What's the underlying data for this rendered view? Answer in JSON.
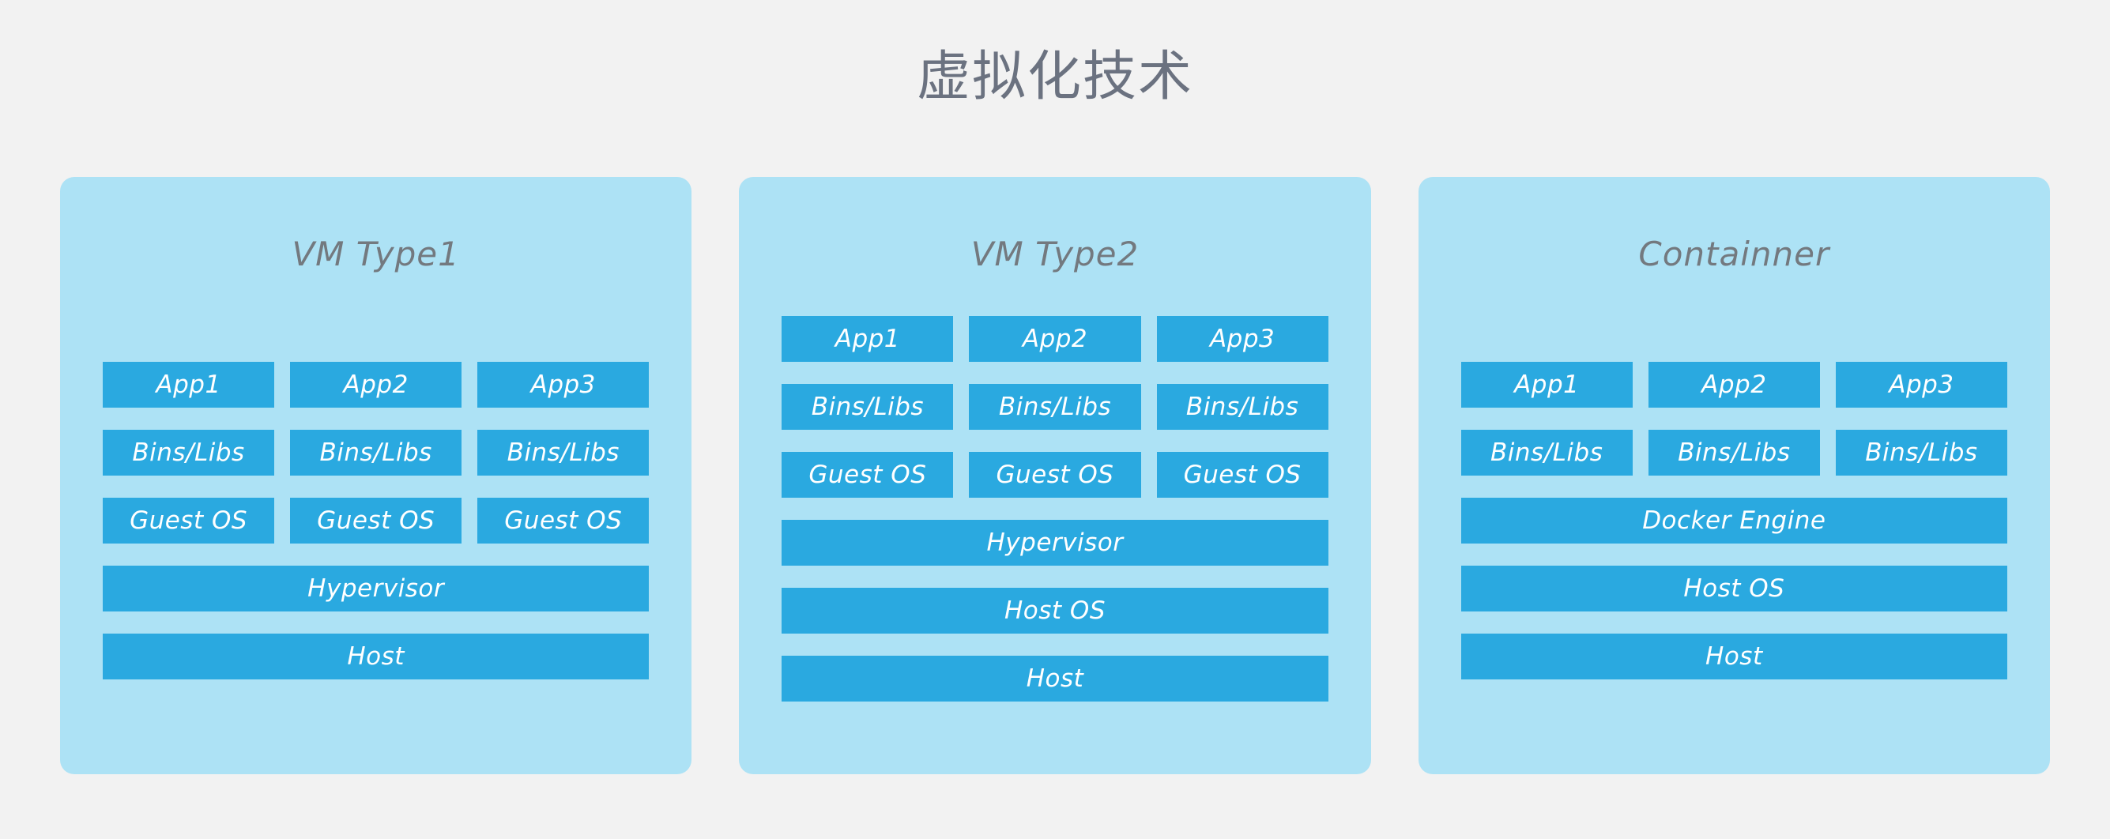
{
  "page": {
    "background_color": "#f2f2f2",
    "title": "虚拟化技术",
    "title_color": "#6b7280"
  },
  "theme": {
    "panel_bg": "#ade2f5",
    "block_bg": "#2aa9e0",
    "block_text": "#ffffff",
    "panel_title_color": "#73797f"
  },
  "panels": [
    {
      "title": "VM Type1",
      "columns_row": [
        [
          "App1",
          "App2",
          "App3"
        ],
        [
          "Bins/Libs",
          "Bins/Libs",
          "Bins/Libs"
        ],
        [
          "Guest OS",
          "Guest OS",
          "Guest OS"
        ]
      ],
      "full_rows": [
        "Hypervisor",
        "Host"
      ]
    },
    {
      "title": "VM Type2",
      "columns_row": [
        [
          "App1",
          "App2",
          "App3"
        ],
        [
          "Bins/Libs",
          "Bins/Libs",
          "Bins/Libs"
        ],
        [
          "Guest OS",
          "Guest OS",
          "Guest OS"
        ]
      ],
      "full_rows": [
        "Hypervisor",
        "Host OS",
        "Host"
      ]
    },
    {
      "title": "Containner",
      "columns_row": [
        [
          "App1",
          "App2",
          "App3"
        ],
        [
          "Bins/Libs",
          "Bins/Libs",
          "Bins/Libs"
        ]
      ],
      "full_rows": [
        "Docker Engine",
        "Host OS",
        "Host"
      ]
    }
  ]
}
